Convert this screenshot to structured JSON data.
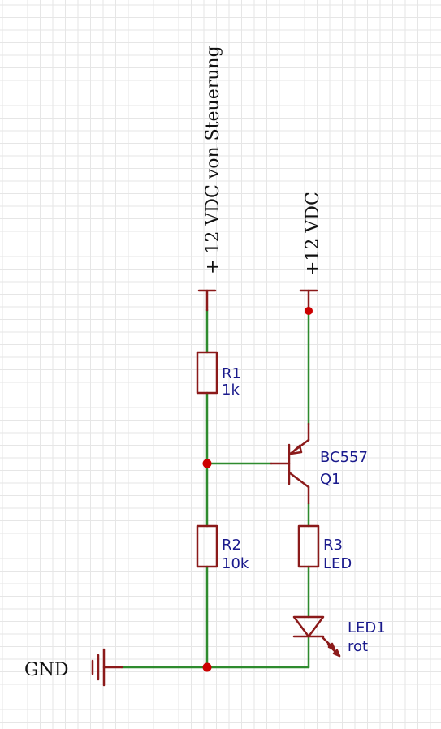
{
  "colors": {
    "wire": "#2e8b2e",
    "component": "#8b1a1a",
    "junction": "#cc0000",
    "ref_text": "#1a1a8c",
    "net_text": "#111111",
    "grid": "#e6e6e6"
  },
  "nets": {
    "control_supply": "+ 12 VDC von Steuerung",
    "supply": "+12 VDC",
    "ground": "GND"
  },
  "components": {
    "r1": {
      "ref": "R1",
      "value": "1k"
    },
    "r2": {
      "ref": "R2",
      "value": "10k"
    },
    "r3": {
      "ref": "R3",
      "value": "LED"
    },
    "q1": {
      "ref": "Q1",
      "value": "BC557"
    },
    "led1": {
      "ref": "LED1",
      "value": "rot"
    }
  }
}
